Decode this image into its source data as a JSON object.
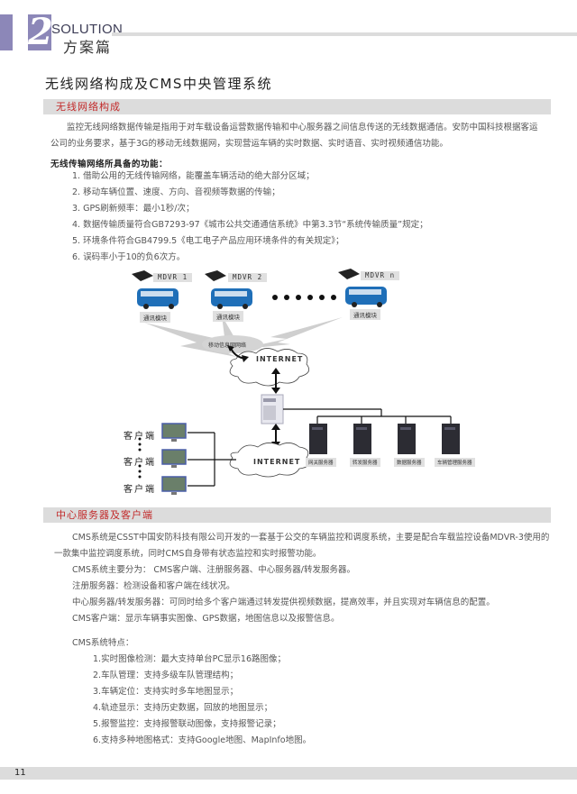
{
  "header": {
    "logo_number": "2",
    "logo_word": "SOLUTION",
    "logo_cn": "方案篇"
  },
  "page_title": "无线网络构成及CMS中央管理系统",
  "section1": {
    "label": "无线网络构成",
    "intro_line1": "监控无线网络数据传输是指用于对车载设备运营数据传输和中心服务器之间信息传送的无线数据通信。安防中国科技根据客运",
    "intro_line2": "公司的业务要求，基于3G的移动无线数据网，实现营运车辆的实时数据、实时语音、实时视频通信功能。",
    "features_heading": "无线传输网络所具备的功能：",
    "features": [
      "1. 借助公用的无线传输网络，能覆盖车辆活动的绝大部分区域；",
      "2. 移动车辆位置、速度、方向、音视频等数据的传输；",
      "3. GPS刷新频率：最小1秒/次；",
      "4. 数据传输质量符合GB7293-97《城市公共交通通信系统》中第3.3节“系统传输质量”规定；",
      "5. 环境条件符合GB4799.5《电工电子产品应用环境条件的有关规定》；",
      "6. 误码率小于10的负6次方。"
    ]
  },
  "diagram": {
    "vehicles": [
      {
        "mdvr": "MDVR 1",
        "module": "通讯模块"
      },
      {
        "mdvr": "MDVR 2",
        "module": "通讯模块"
      },
      {
        "mdvr": "MDVR n",
        "module": "通讯模块"
      }
    ],
    "mobile_network": "移动信息网网络",
    "internet_top": "INTERNET",
    "internet_bottom": "INTERNET",
    "clients": [
      "客户端",
      "客户端",
      "客户端"
    ],
    "servers": [
      "网关服务器",
      "转发服务器",
      "数据服务器",
      "车辆管理服务器"
    ]
  },
  "section2": {
    "label": "中心服务器及客户端",
    "p1_line1": "CMS系统是CSST中国安防科技有限公司开发的一套基于公交的车辆监控和调度系统，主要是配合车载监控设备MDVR-3使用的",
    "p1_line2": "一款集中监控调度系统，同时CMS自身带有状态监控和实时报警功能。",
    "lines": [
      "CMS系统主要分为： CMS客户端、注册服务器、中心服务器/转发服务器。",
      "注册服务器：检测设备和客户端在线状况。",
      "中心服务器/转发服务器：可同时给多个客户端通过转发提供视频数据，提高效率，并且实现对车辆信息的配置。",
      "CMS客户端：显示车辆事实图像、GPS数据，地图信息以及报警信息。"
    ],
    "features_heading": "CMS系统特点：",
    "features": [
      "1.实时图像检测：最大支持单台PC显示16路图像；",
      "2.车队管理：支持多级车队管理结构；",
      "3.车辆定位：支持实时多车地图显示；",
      "4.轨迹显示：支持历史数据，回放的地图显示；",
      "5.报警监控：支持报警联动图像，支持报警记录；",
      "6.支持多种地图格式：支持Google地图、MapInfo地图。"
    ]
  },
  "footer": {
    "page_number": "11"
  },
  "colors": {
    "accent_purple": "#8c87b8",
    "section_red": "#c22a2a",
    "bar_gray": "#dcdcdc"
  }
}
